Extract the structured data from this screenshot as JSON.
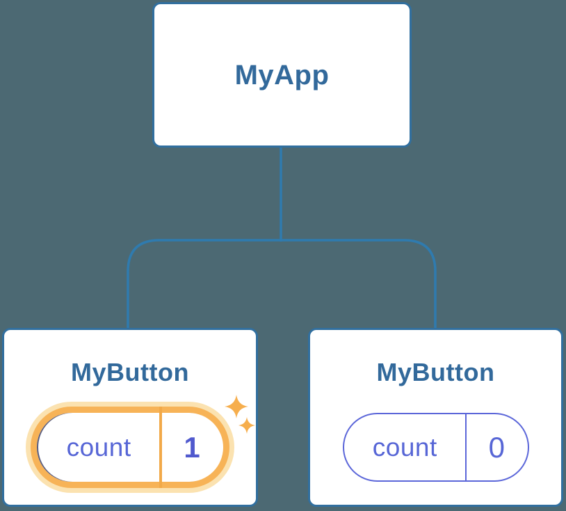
{
  "diagram": {
    "root": {
      "label": "MyApp"
    },
    "children": [
      {
        "label": "MyButton",
        "state_key": "count",
        "state_value": "1",
        "highlighted": true
      },
      {
        "label": "MyButton",
        "state_key": "count",
        "state_value": "0",
        "highlighted": false
      }
    ],
    "colors": {
      "background": "#4C6973",
      "line_color": "#2F7BAF",
      "card_border": "#316F9F",
      "title_text": "#32699B",
      "state_text": "#5766D6",
      "state_value_bold": "#5059CE",
      "pill_border": "#5B66D9",
      "highlight_ring": "#F7B357",
      "highlight_halo": "#FBE2B0",
      "highlight_divider": "#F2A948",
      "sparkle": "#F6AE4D"
    }
  }
}
